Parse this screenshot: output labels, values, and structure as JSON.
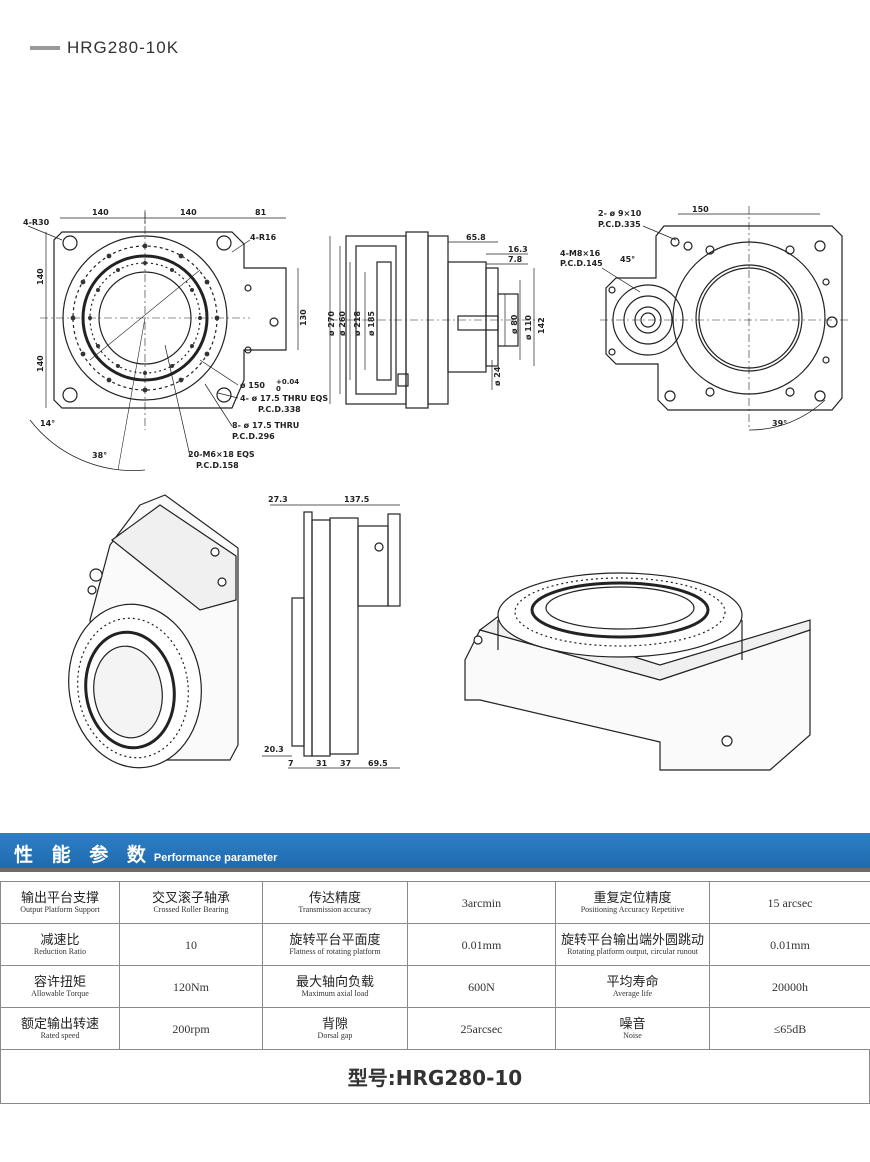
{
  "header": {
    "title": "HRG280-10K"
  },
  "drawing": {
    "front_view": {
      "dims": [
        "140",
        "140",
        "81",
        "4-R30",
        "4-R16",
        "140",
        "140",
        "130",
        "14°",
        "38°"
      ],
      "callouts": [
        "ø 150",
        "+0.04",
        "0",
        "4- ø 17.5 THRU EQS",
        "P.C.D.338",
        "8- ø 17.5 THRU",
        "P.C.D.296",
        "20-M6×18 EQS",
        "P.C.D.158"
      ]
    },
    "side_view": {
      "dims": [
        "65.8",
        "16.3",
        "7.8",
        "ø 270",
        "ø 260",
        "ø 218",
        "ø 185",
        "ø 80",
        "ø 110",
        "142",
        "ø 24"
      ]
    },
    "back_view": {
      "dims": [
        "2- ø 9×10",
        "P.C.D.335",
        "150",
        "4-M8×16",
        "P.C.D.145",
        "45°",
        "39°"
      ]
    },
    "side_view2": {
      "dims": [
        "27.3",
        "137.5",
        "20.3",
        "7",
        "31",
        "37",
        "69.5"
      ]
    }
  },
  "perf": {
    "title_cn": "性 能 参 数",
    "title_en": "Performance parameter"
  },
  "table": {
    "rows": [
      [
        {
          "cn": "输出平台支撑",
          "en": "Output Platform Support"
        },
        {
          "cn": "交叉滚子轴承",
          "en": "Crossed Roller Bearing"
        },
        {
          "cn": "传达精度",
          "en": "Transmission accuracy"
        },
        {
          "val": "3arcmin"
        },
        {
          "cn": "重复定位精度",
          "en": "Positioning Accuracy  Repetitive"
        },
        {
          "val": "15 arcsec"
        }
      ],
      [
        {
          "cn": "减速比",
          "en": "Reduction Ratio"
        },
        {
          "val": "10"
        },
        {
          "cn": "旋转平台平面度",
          "en": "Flatness of rotating platform"
        },
        {
          "val": "0.01mm"
        },
        {
          "cn": "旋转平台输出端外圆跳动",
          "en": "Rotating platform output, circular runout"
        },
        {
          "val": "0.01mm"
        }
      ],
      [
        {
          "cn": "容许扭矩",
          "en": "Allowable Torque"
        },
        {
          "val": "120Nm"
        },
        {
          "cn": "最大轴向负载",
          "en": "Maximum axial load"
        },
        {
          "val": "600N"
        },
        {
          "cn": "平均寿命",
          "en": "Average life"
        },
        {
          "val": "20000h"
        }
      ],
      [
        {
          "cn": "额定输出转速",
          "en": "Rated speed"
        },
        {
          "val": "200rpm"
        },
        {
          "cn": "背隙",
          "en": "Dorsal gap"
        },
        {
          "val": "25arcsec"
        },
        {
          "cn": "噪音",
          "en": "Noise"
        },
        {
          "val": "≤65dB"
        }
      ]
    ],
    "model": "型号:HRG280-10"
  }
}
